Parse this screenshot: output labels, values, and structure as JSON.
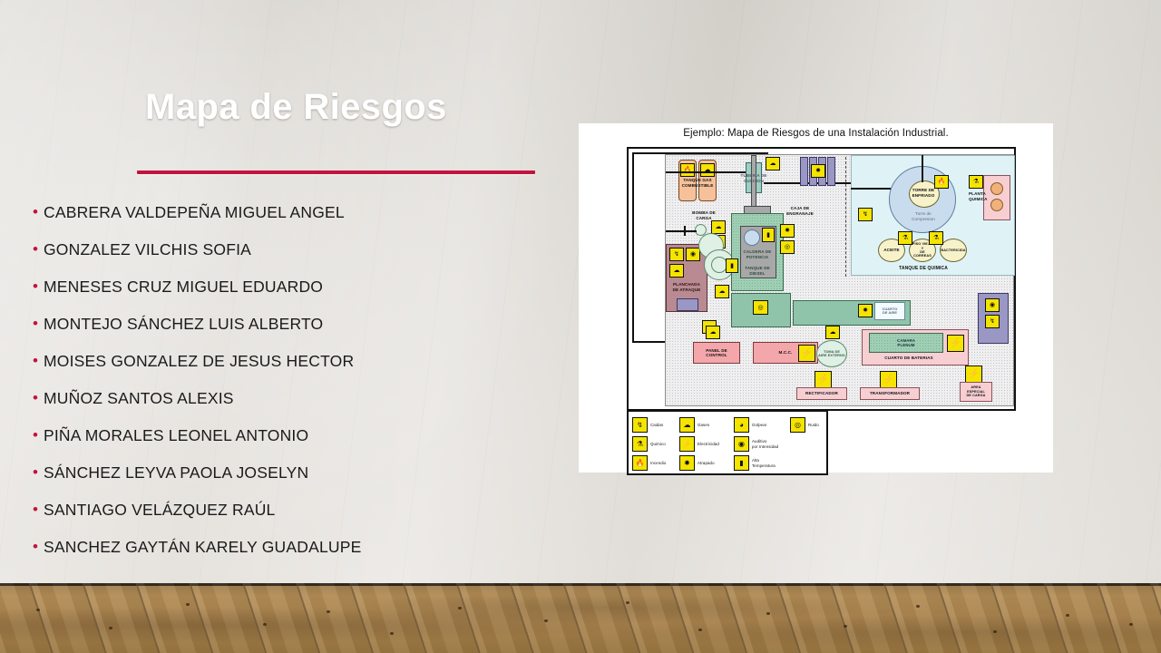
{
  "slide": {
    "title": "Mapa de Riesgos",
    "accent_color": "#C2133F",
    "title_color": "#FFFFFF",
    "background": "wall-and-wood-floor"
  },
  "roster": {
    "bullet_glyph": "•",
    "items": [
      "CABRERA VALDEPEÑA MIGUEL ANGEL",
      "GONZALEZ VILCHIS SOFIA",
      "MENESES CRUZ MIGUEL EDUARDO",
      "MONTEJO SÁNCHEZ LUIS ALBERTO",
      "MOISES GONZALEZ DE JESUS HECTOR",
      "MUÑOZ SANTOS ALEXIS",
      "PIÑA MORALES LEONEL ANTONIO",
      "SÁNCHEZ LEYVA PAOLA JOSELYN",
      "SANTIAGO VELÁZQUEZ RAÚL",
      "SANCHEZ GAYTÁN KARELY GUADALUPE"
    ]
  },
  "figure": {
    "caption": "Ejemplo: Mapa de Riesgos de una Instalación Industrial.",
    "areas": [
      {
        "id": "tanque-gas",
        "label": "TANQUE GAS\nCOMBUSTIBLE"
      },
      {
        "id": "bomba-carga",
        "label": "BOMBA DE\nCARGA"
      },
      {
        "id": "planchada",
        "label": "PLANCHADA\nDE ATRAQUE"
      },
      {
        "id": "tuberia",
        "label": "TUBERIA DE\nSUCCION"
      },
      {
        "id": "caja-engranaje",
        "label": "CAJA DE\nENGRANAJE"
      },
      {
        "id": "caldera",
        "label": "CALDERA DE\nPOTENCIA"
      },
      {
        "id": "tanque-diesel",
        "label": "TANQUE DE\nDIESEL"
      },
      {
        "id": "cuarto-aire",
        "label": "CUARTO\nDE AIRE"
      },
      {
        "id": "torre-enfria",
        "label": "TORRE DE\nENFRIADO"
      },
      {
        "id": "torre-compresion",
        "label": "Torre de\nCompresion"
      },
      {
        "id": "planta-quimica",
        "label": "PLANTA\nQUIMICA"
      },
      {
        "id": "tanque-quimica",
        "label": "TANQUE DE QUIMICA"
      },
      {
        "id": "tq-aceite",
        "label": "ACEITE"
      },
      {
        "id": "tq-residuos",
        "label": "PISO VIEJO Y\nDE CORREAS"
      },
      {
        "id": "tq-bacteria",
        "label": "BACTERICIDA"
      },
      {
        "id": "panel-control",
        "label": "PANEL DE\nCONTROL"
      },
      {
        "id": "mcc",
        "label": "M.C.C."
      },
      {
        "id": "toma-aire",
        "label": "TOMA DE\nAIRE EXTERNO"
      },
      {
        "id": "camara-plenum",
        "label": "CAMARA\nPLENUM"
      },
      {
        "id": "cuarto-baterias",
        "label": "CUARTO DE BATERIAS"
      },
      {
        "id": "rectificador",
        "label": "RECTIFICADOR"
      },
      {
        "id": "transformador",
        "label": "TRANSFORMADOR"
      },
      {
        "id": "area-especial",
        "label": "AREA\nESPECIAL\nDE CARGA"
      }
    ],
    "legend": {
      "entries": [
        {
          "icon": "fall-hazard-icon",
          "label": "Caidas"
        },
        {
          "icon": "gas-hazard-icon",
          "label": "Gases"
        },
        {
          "icon": "impact-hazard-icon",
          "label": "Golpear"
        },
        {
          "icon": "noise-hazard-icon",
          "label": "Ruido"
        },
        {
          "icon": "chemical-hazard-icon",
          "label": "Quimico"
        },
        {
          "icon": "electric-hazard-icon",
          "label": "Electricidad"
        },
        {
          "icon": "hearing-hazard-icon",
          "label": "Auditivo\npor Intensidad"
        },
        {
          "icon": "fire-hazard-icon",
          "label": "Incendio"
        },
        {
          "icon": "crush-hazard-icon",
          "label": "Atrapado"
        },
        {
          "icon": "heat-hazard-icon",
          "label": "Alta\nTemperatura"
        }
      ]
    }
  }
}
